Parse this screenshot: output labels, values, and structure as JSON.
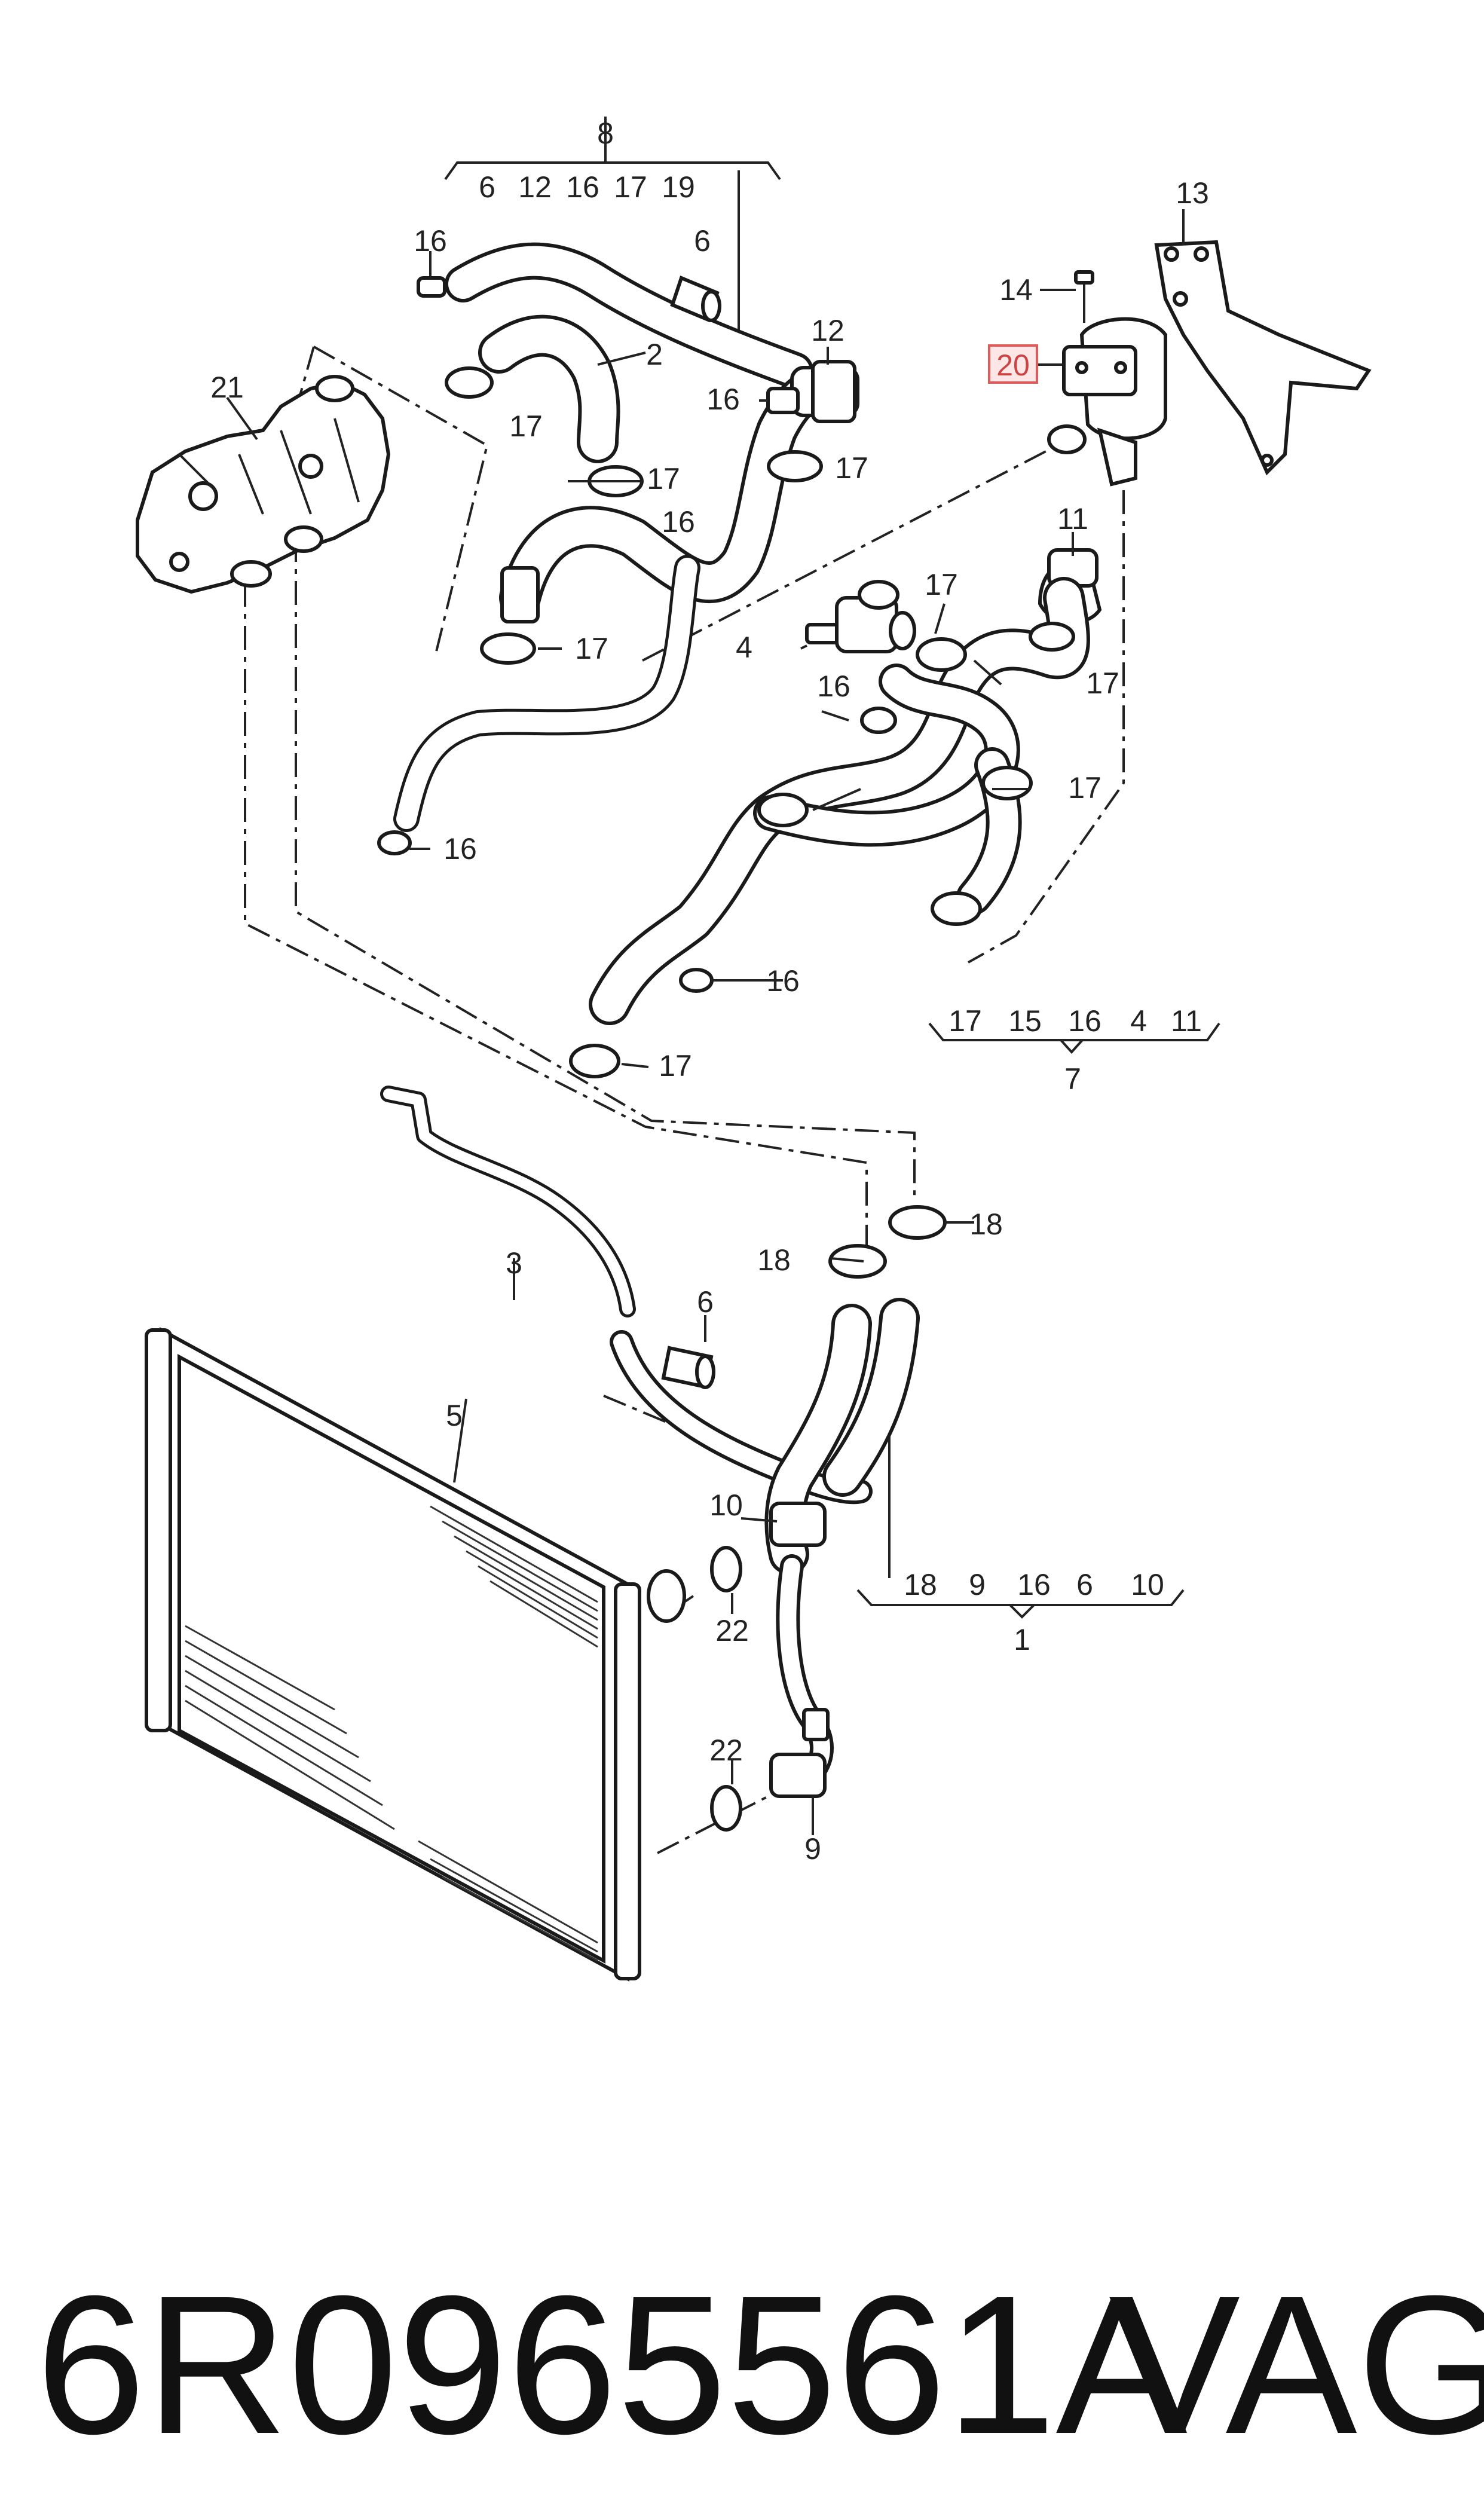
{
  "callouts": {
    "c1": "1",
    "c2": "2",
    "c3": "3",
    "c4": "4",
    "c5": "5",
    "c6a": "6",
    "c6b": "6",
    "c7": "7",
    "c8": "8",
    "c9": "9",
    "c10": "10",
    "c11": "11",
    "c12": "12",
    "c13": "13",
    "c14": "14",
    "c16a": "16",
    "c16b": "16",
    "c16c": "16",
    "c16d": "16",
    "c16e": "16",
    "c16f": "16",
    "c17a": "17",
    "c17b": "17",
    "c17c": "17",
    "c17d": "17",
    "c17e": "17",
    "c17f": "17",
    "c17g": "17",
    "c17h": "17",
    "c18a": "18",
    "c18b": "18",
    "c20": "20",
    "c21": "21",
    "c22a": "22",
    "c22b": "22"
  },
  "groups": {
    "group8": [
      "6",
      "12",
      "16",
      "17",
      "19"
    ],
    "group7": [
      "17",
      "15",
      "16",
      "4",
      "11"
    ],
    "group1": [
      "18",
      "9",
      "16",
      "6",
      "10"
    ]
  },
  "highlight": {
    "part": "20",
    "color": "#e05a5a"
  },
  "caption": {
    "part_number": "6R0965561A",
    "brand": "VAG"
  }
}
